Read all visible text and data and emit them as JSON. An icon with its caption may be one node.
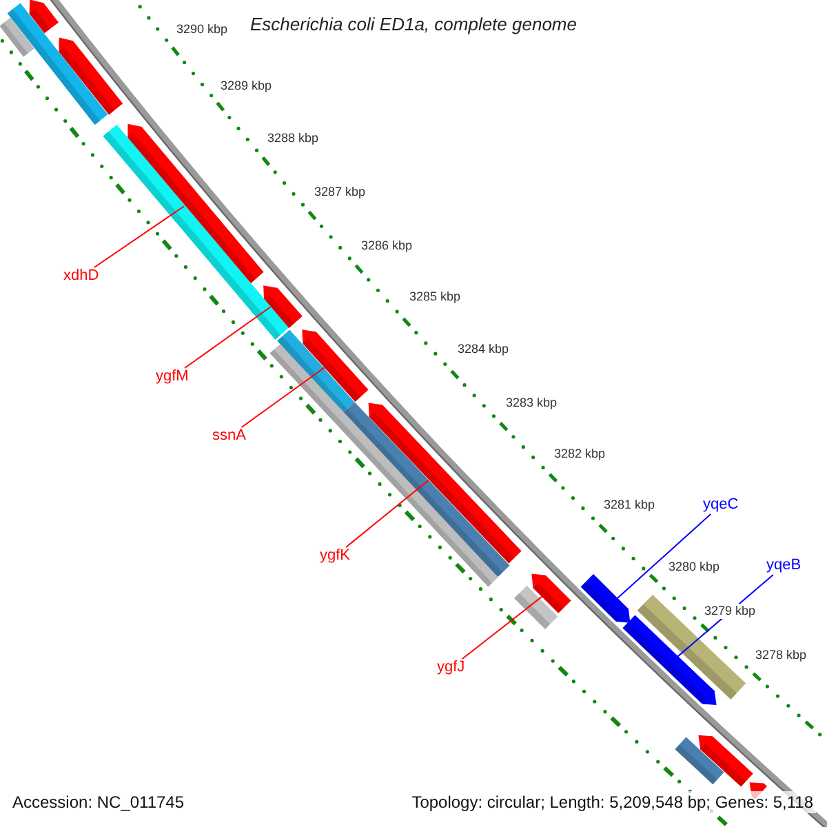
{
  "diagram": {
    "title": "Escherichia coli ED1a, complete genome",
    "nodes": [
      {
        "text": [
          "xdhD"
        ]
      },
      {
        "text": [
          "ygfM"
        ]
      },
      {
        "text": [
          "ssnA"
        ]
      },
      {
        "text": [
          "ygfK"
        ]
      },
      {
        "text": [
          "ygfJ"
        ]
      },
      {
        "text": [
          "yqeC"
        ]
      },
      {
        "text": [
          "yqeB"
        ]
      },
      {
        "text": [],
        "shape": "arrow"
      },
      {
        "text": [],
        "shape": "arrow"
      },
      {
        "text": [],
        "shape": "arrow"
      },
      {
        "text": [],
        "shape": "arrow"
      },
      {
        "text": [],
        "shape": "arrow"
      },
      {
        "text": [],
        "shape": "arrow"
      },
      {
        "text": [],
        "shape": "arrow"
      },
      {
        "text": [],
        "shape": "arrow"
      },
      {
        "text": [],
        "shape": "arrow"
      },
      {
        "text": [],
        "shape": "bar"
      },
      {
        "text": [],
        "shape": "bar"
      },
      {
        "text": [],
        "shape": "bar"
      },
      {
        "text": [],
        "shape": "bar"
      },
      {
        "text": [],
        "shape": "bar"
      },
      {
        "text": [],
        "shape": "bar"
      },
      {
        "text": [],
        "shape": "bar"
      },
      {
        "text": [],
        "shape": "bar"
      },
      {
        "text": [],
        "shape": "arrow"
      },
      {
        "text": [],
        "shape": "arrow"
      },
      {
        "text": [],
        "shape": "bar"
      }
    ],
    "edges": [
      {
        "from": 0,
        "to": 9,
        "arrow": "none"
      },
      {
        "from": 1,
        "to": 10,
        "arrow": "none"
      },
      {
        "from": 2,
        "to": 11,
        "arrow": "none"
      },
      {
        "from": 3,
        "to": 12,
        "arrow": "none"
      },
      {
        "from": 4,
        "to": 13,
        "arrow": "none"
      },
      {
        "from": 5,
        "to": 24,
        "arrow": "none",
        "color": "#0000ff"
      },
      {
        "from": 6,
        "to": 25,
        "arrow": "none",
        "color": "#0000ff"
      }
    ],
    "labels": [
      "3290 kbp",
      "3289 kbp",
      "3288 kbp",
      "3287 kbp",
      "3286 kbp",
      "3285 kbp",
      "3284 kbp",
      "3283 kbp",
      "3282 kbp",
      "3281 kbp",
      "3280 kbp",
      "3279 kbp",
      "3278 kbp",
      "Accession: NC_011745",
      "Topology: circular; Length: 5,209,548 bp; Genes: 5,118"
    ]
  }
}
